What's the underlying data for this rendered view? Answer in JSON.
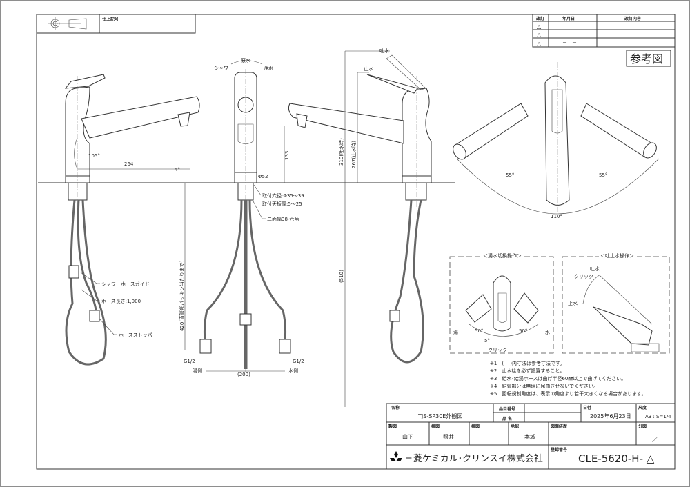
{
  "finish_box": {
    "label": "仕上記号"
  },
  "revision_table": {
    "headers": [
      "改訂",
      "年月日",
      "改訂内容"
    ],
    "rows": [
      {
        "mark": "△",
        "date": "－　－",
        "content": ""
      },
      {
        "mark": "△",
        "date": "－　－",
        "content": ""
      },
      {
        "mark": "△",
        "date": "－　－",
        "content": ""
      }
    ]
  },
  "reference_stamp": "参考図",
  "side_view_left": {
    "angle_lever": "105°",
    "spout_length": "264",
    "spout_angle": "4°",
    "shower_hose_guide": "シャワーホースガイド",
    "hose_length": "ホース長さ:1,000",
    "hose_stopper": "ホースストッパー"
  },
  "front_view": {
    "mode_center": "原水",
    "mode_left": "シャワー",
    "mode_right": "浄水",
    "diameter": "Φ52",
    "mount_hole": "取付穴径:Φ35～39",
    "counter_thickness": "取付天板厚:5～25",
    "hex": "二面幅38-六角",
    "dim_420": "420(直管部パッキン当たりまで)",
    "g_left": "G1/2",
    "g_right": "G1/2",
    "hot_side": "湯側",
    "cold_side": "水側",
    "spacing": "(200)"
  },
  "side_view_right": {
    "outlet": "吐水",
    "stop": "止水",
    "height_133": "133",
    "height_310": "310(吐水時)",
    "height_267": "267(止水時)",
    "dim_510": "(510)"
  },
  "top_view": {
    "angle_left": "55°",
    "angle_right": "55°",
    "angle_total": "110°"
  },
  "hot_cold_detail": {
    "title": "＜湯水切換操作＞",
    "hot": "湯",
    "cold": "水",
    "angle_left": "50°",
    "angle_right": "50°",
    "click_angle": "5°",
    "click": "クリック"
  },
  "spout_detail": {
    "title": "＜吐止水操作＞",
    "outlet": "吐水",
    "click": "クリック",
    "stop": "止水"
  },
  "notes": [
    "※1　(　 )内寸法は参考寸法です。",
    "※2　止水栓を必ず設置すること。",
    "※3　給水･給湯ホースは曲げ半径60㎜以上で曲げてください。",
    "※4　銅管部分は無理に屈曲させないでください。",
    "※5　回転規制角度は、表示の角度より若干大きくなる場合があります。"
  ],
  "title_block": {
    "name_label": "名称",
    "name_value": "TJS-SP30E外観図",
    "item_no_label": "品目番号",
    "item_name_label": "品 名",
    "date_label": "日付",
    "date_value": "2025年6月23日",
    "scale_label": "尺度",
    "scale_value": "A3 : S=1/4",
    "drawn_label": "製図",
    "drawn_value": "山下",
    "checked_label": "検図",
    "checked_value": "照井",
    "inspected_label": "検図",
    "inspected_value": "",
    "approved_label": "承認",
    "approved_value": "本城",
    "history_label": "図面経歴",
    "sheet_label": "分図",
    "sheet_value": "／",
    "company": "三菱ケミカル･クリンスイ株式会社",
    "reg_label": "登録番号",
    "reg_value": "CLE-5620-H- △"
  }
}
